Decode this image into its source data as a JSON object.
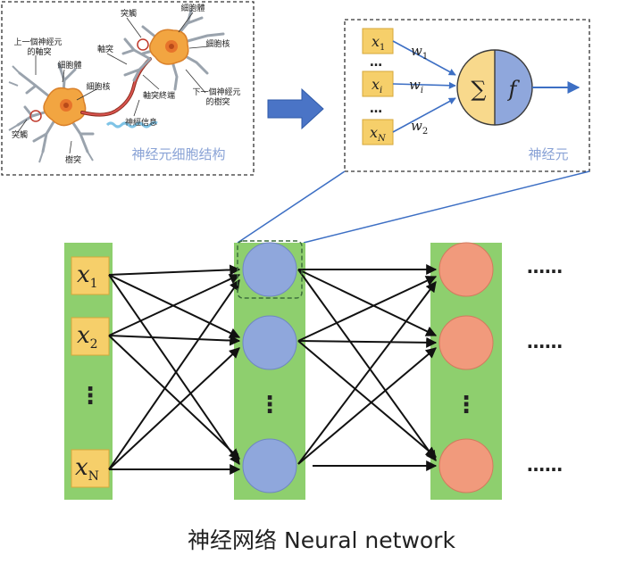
{
  "colors": {
    "layer_bg": "#8ecf6e",
    "input_box": "#f6cf6a",
    "hidden_node": "#8fa7dc",
    "output_node": "#f19a7c",
    "arrow_blue": "#3d6fc4",
    "neuron_left": "#f8d98c",
    "neuron_right": "#8fa7dc",
    "accent_label": "#8aa3d6"
  },
  "biology_panel": {
    "title": "神经元细胞结构",
    "labels": {
      "prev_axon": "上一個神經元\n的軸突",
      "cell_body_left": "細胞體",
      "synapse_top": "突觸",
      "cell_body_top": "細胞體",
      "axon_top": "軸突",
      "nucleus_right": "細胞核",
      "nucleus_left": "細胞核",
      "axon_terminal": "軸突終端",
      "next_dendrite": "下一個神經元\n的樹突",
      "nerve_signal": "神經信息",
      "synapse_left": "突觸",
      "dendrite": "樹突"
    }
  },
  "neuron_panel": {
    "title": "神经元",
    "inputs": [
      {
        "base": "x",
        "sub": "1"
      },
      {
        "base": "x",
        "sub": "i"
      },
      {
        "base": "x",
        "sub": "N"
      }
    ],
    "input_dots": [
      "…",
      "…"
    ],
    "weights": [
      {
        "base": "w",
        "sub": "1"
      },
      {
        "base": "w",
        "sub": "i"
      },
      {
        "base": "w",
        "sub": "2"
      }
    ],
    "sum_symbol": "∑",
    "activation_symbol": "f"
  },
  "network": {
    "inputs": [
      {
        "base": "x",
        "sub": "1"
      },
      {
        "base": "x",
        "sub": "2"
      },
      {
        "base": "x",
        "sub": "N"
      }
    ],
    "input_gap_dots": "⋮",
    "hidden_gap_dots": "⋮",
    "output_gap_dots": "⋮",
    "continuation_dots": [
      "……",
      "……",
      "……"
    ]
  },
  "caption": "神经网络 Neural network"
}
